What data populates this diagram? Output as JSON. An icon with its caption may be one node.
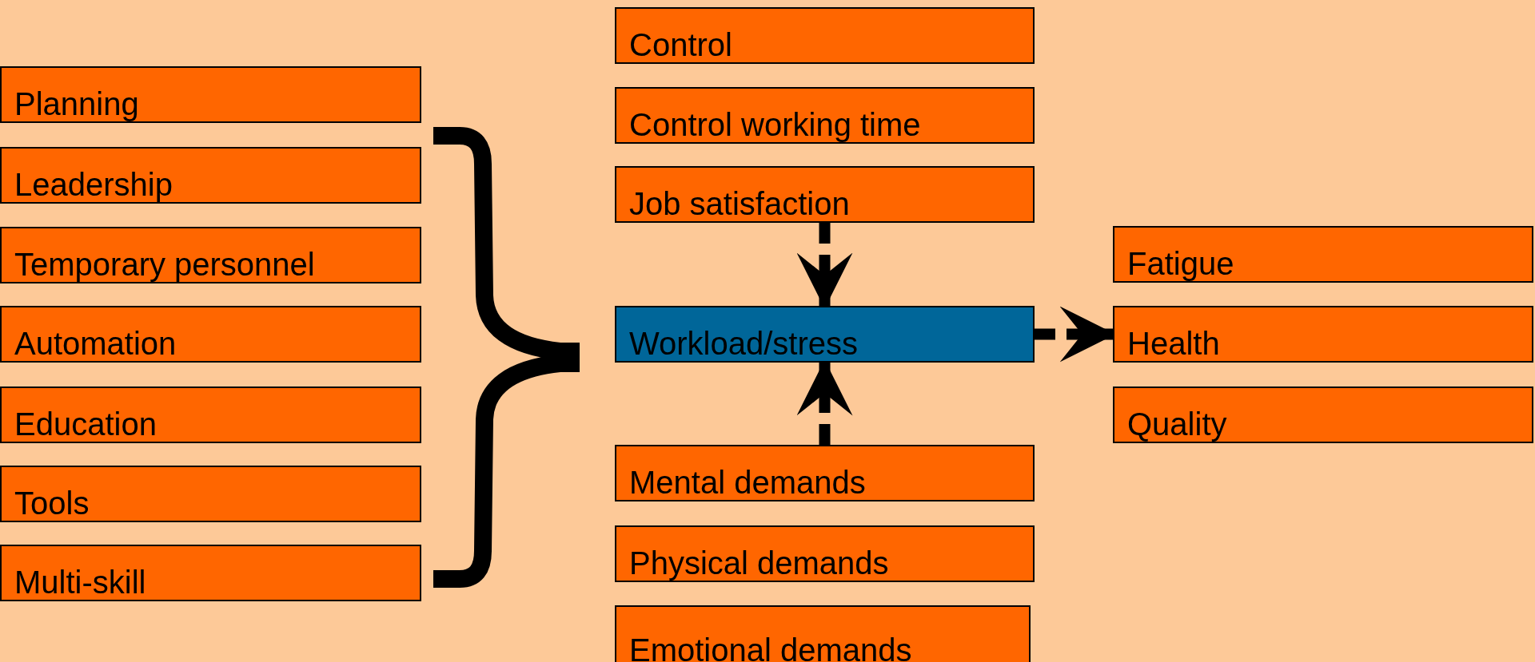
{
  "diagram": {
    "nodes": [
      {
        "text": [
          "Planning"
        ]
      },
      {
        "text": [
          "Leadership"
        ]
      },
      {
        "text": [
          "Temporary personnel"
        ]
      },
      {
        "text": [
          "Automation"
        ]
      },
      {
        "text": [
          "Education"
        ]
      },
      {
        "text": [
          "Tools"
        ]
      },
      {
        "text": [
          "Multi-skill"
        ]
      },
      {
        "text": [
          "Control"
        ]
      },
      {
        "text": [
          "Control working time"
        ]
      },
      {
        "text": [
          "Job satisfaction"
        ]
      },
      {
        "text": [
          "Workload/stress"
        ]
      },
      {
        "text": [
          "Mental demands"
        ]
      },
      {
        "text": [
          "Physical demands"
        ]
      },
      {
        "text": [
          "Emotional demands"
        ]
      },
      {
        "text": [
          "Fatigue"
        ]
      },
      {
        "text": [
          "Health"
        ]
      },
      {
        "text": [
          "Quality"
        ]
      }
    ],
    "edges": [
      {
        "from": 9,
        "to": 10,
        "arrow": "to"
      },
      {
        "from": 11,
        "to": 10,
        "arrow": "to"
      },
      {
        "from": 10,
        "to": 15,
        "arrow": "to"
      }
    ]
  }
}
